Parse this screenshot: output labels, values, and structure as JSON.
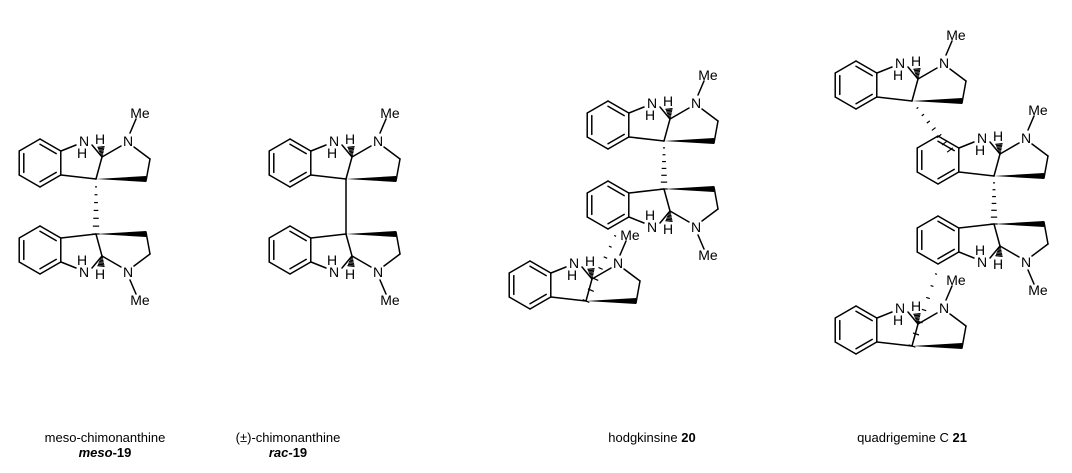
{
  "labels": {
    "nh": "N",
    "h": "H",
    "n": "N",
    "me": "Me"
  },
  "compounds": [
    {
      "name": "meso-chimonanthine",
      "id_prefix": "meso",
      "id_sep": "-",
      "id_num": "19"
    },
    {
      "name": "(±)-chimonanthine",
      "id_prefix": "rac",
      "id_sep": "-",
      "id_num": "19"
    },
    {
      "name": "hodgkinsine",
      "id_num": "20"
    },
    {
      "name": "quadrigemine C",
      "id_num": "21"
    }
  ]
}
